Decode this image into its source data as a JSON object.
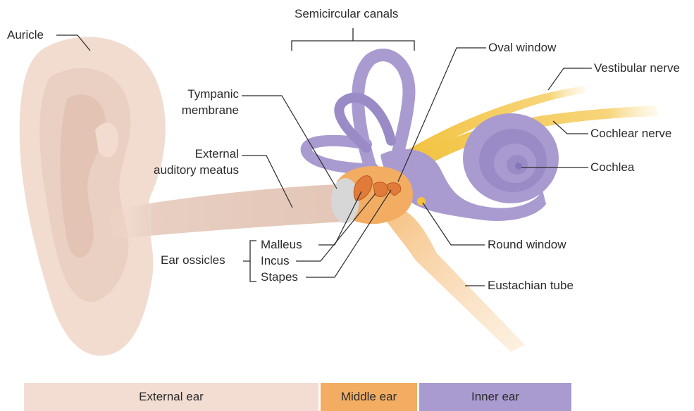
{
  "labels": {
    "auricle": "Auricle",
    "semicircular_canals": "Semicircular canals",
    "oval_window": "Oval window",
    "vestibular_nerve": "Vestibular nerve",
    "tympanic_line1": "Tympanic",
    "tympanic_line2": "membrane",
    "cochlear_nerve": "Cochlear nerve",
    "external_line1": "External",
    "external_line2": "auditory meatus",
    "cochlea": "Cochlea",
    "ear_ossicles": "Ear ossicles",
    "malleus": "Malleus",
    "incus": "Incus",
    "stapes": "Stapes",
    "round_window": "Round window",
    "eustachian_tube": "Eustachian tube"
  },
  "legend": [
    {
      "label": "External ear",
      "color": "#f3ddd2"
    },
    {
      "label": "Middle ear",
      "color": "#f2ad63"
    },
    {
      "label": "Inner ear",
      "color": "#a99bd0"
    }
  ],
  "colors": {
    "skin": "#f2dcd0",
    "skin_shade": "#e6c8b8",
    "middle": "#f2ad63",
    "ossicle": "#e07b3a",
    "inner": "#a99bd0",
    "inner_dark": "#8c7dbf",
    "nerve": "#f2c23f",
    "membrane": "#d7d7d7",
    "line": "#2b2b2b"
  }
}
